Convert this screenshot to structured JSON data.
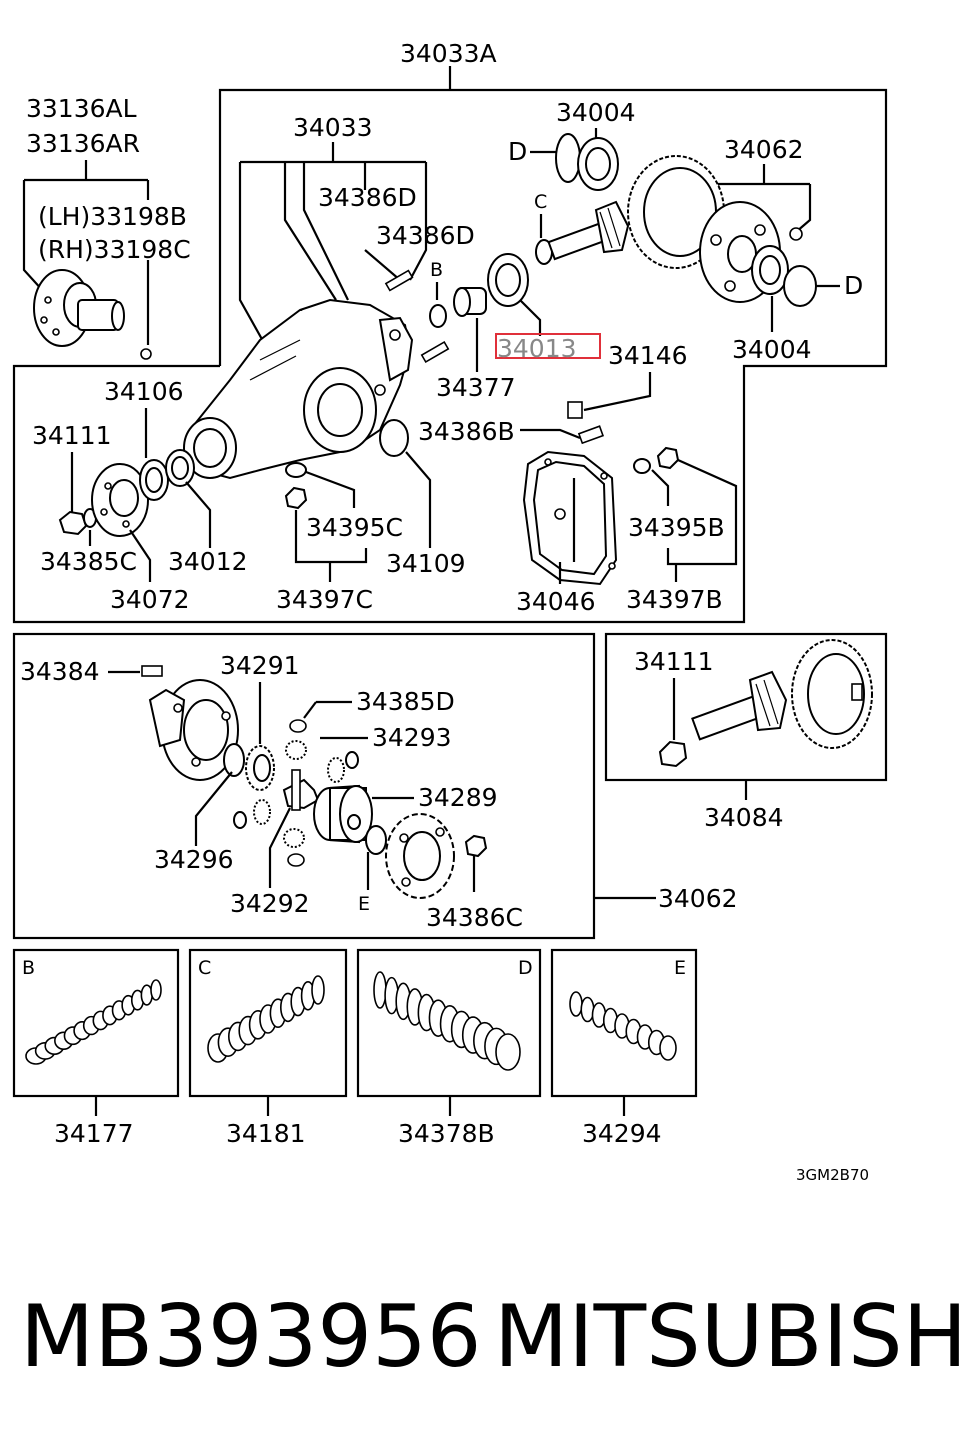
{
  "diagram": {
    "part_numbers": {
      "main_assembly": "34033A",
      "housing": "34033",
      "bolt_d1": "34386D",
      "bolt_d2": "34386D",
      "bearing_top": "34004",
      "bearing_right": "34004",
      "diff_top": "34062",
      "highlight_part": "34013",
      "sleeve": "34377",
      "breather": "34146",
      "bolt_b": "34386B",
      "flange_shaft_l": "33136AL",
      "flange_shaft_r": "33136AR",
      "lh_ring": "(LH)33198B",
      "rh_ring": "(RH)33198C",
      "companion_flange": "34106",
      "nut": "34111",
      "washer": "34385C",
      "flange": "34072",
      "oil_seal": "34012",
      "plug_set": "34395C",
      "plug_group": "34397C",
      "seal_ring": "34109",
      "cover": "34046",
      "plug_set_b": "34395B",
      "plug_group_b": "34397B",
      "diff_bolt": "34384",
      "side_gear": "34291",
      "diff_washer": "34385D",
      "pinion_gear": "34293",
      "thrust_washer": "34296",
      "case": "34289",
      "pinion_shaft": "34292",
      "diff_bolt_c": "34386C",
      "diff_assembly": "34062",
      "gear_set_nut": "34111",
      "gear_set": "34084",
      "spacer_b": "34177",
      "spacer_c": "34181",
      "spacer_d": "34378B",
      "spacer_e": "34294"
    },
    "reference_letters": {
      "b": "B",
      "c": "C",
      "d_left": "D",
      "d_right": "D",
      "e": "E",
      "box_b": "B",
      "box_c": "C",
      "box_d": "D",
      "box_e": "E"
    },
    "drawing_code": "3GM2B70",
    "highlight_color": "#e0303a"
  },
  "caption": {
    "part_number": "MB393956",
    "brand": "MITSUBISHI"
  }
}
